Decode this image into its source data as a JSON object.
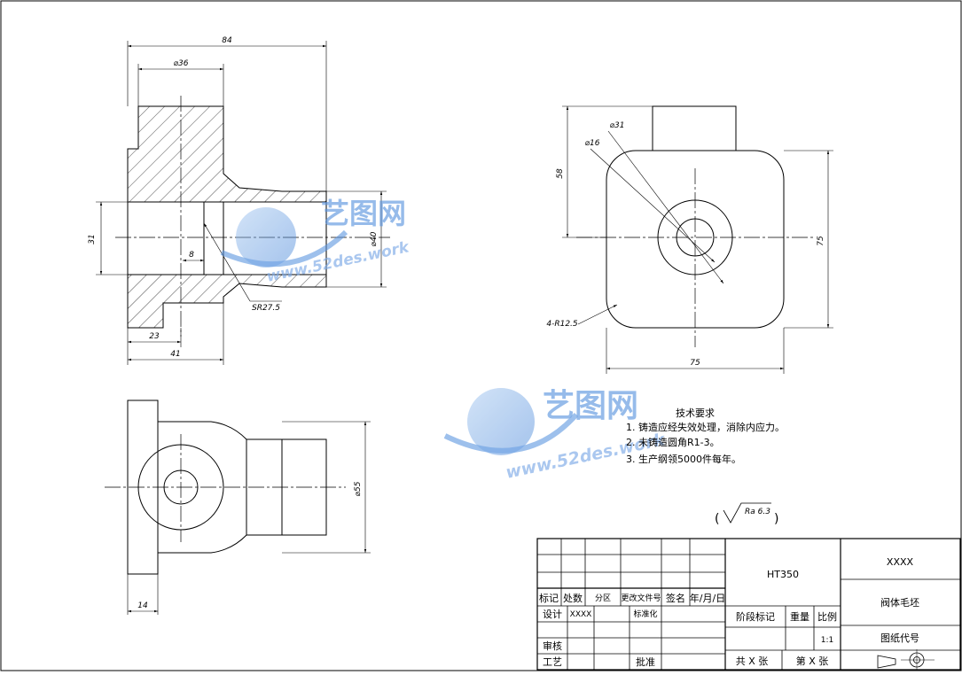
{
  "dimensions": {
    "d84": "84",
    "d36": "⌀36",
    "d31": "31",
    "d8": "8",
    "d40": "⌀40",
    "sr": "SR27.5",
    "d23": "23",
    "d41": "41",
    "d58": "58",
    "d31b": "⌀31",
    "d16": "⌀16",
    "d75v": "75",
    "d75h": "75",
    "r125": "4-R12.5",
    "d55": "⌀55",
    "d14": "14"
  },
  "tech": {
    "title": "技术要求",
    "line1": "1. 铸造应经失效处理，消除内应力。",
    "line2": "2. 未铸造圆角R1-3。",
    "line3": "3. 生产纲领5000件每年。"
  },
  "roughness": {
    "value": "Ra 6.3",
    "open": "(",
    "close": ")"
  },
  "watermark": {
    "name": "艺图网",
    "url": "www.52des.work"
  },
  "titleblock": {
    "material": "HT350",
    "company": "XXXX",
    "part_name": "阀体毛坯",
    "drawing_no": "图纸代号",
    "mark": "标记",
    "count": "处数",
    "zone": "分区",
    "change_doc": "更改文件号",
    "sign": "签名",
    "date": "年/月/日",
    "design": "设计",
    "designer": "XXXX",
    "standard": "标准化",
    "stage": "阶段标记",
    "weight": "重量",
    "scale": "比例",
    "scale_val": "1:1",
    "review": "审核",
    "process": "工艺",
    "approve": "批准",
    "total": "共 X 张",
    "sheet": "第 X 张"
  }
}
